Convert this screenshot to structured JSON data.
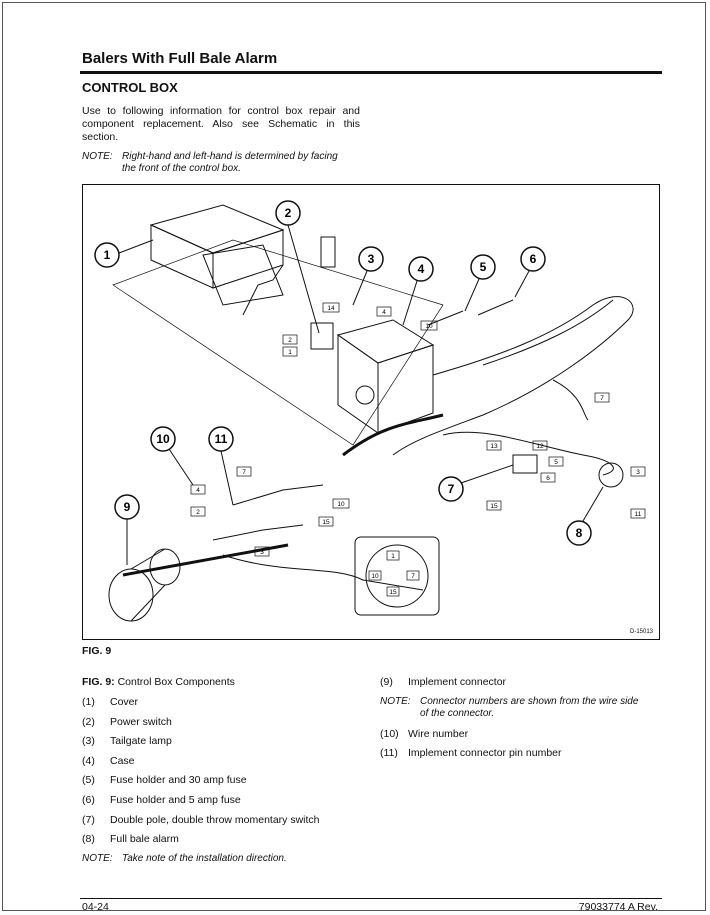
{
  "header": {
    "section_title": "Balers With Full Bale Alarm",
    "subtitle": "CONTROL BOX",
    "intro": "Use to following information for control box repair and component replacement. Also see Schematic in this section.",
    "note1_label": "NOTE:",
    "note1_text": "Right-hand and left-hand is determined by facing",
    "note1_text_cont": "the front of the control box."
  },
  "figure": {
    "code": "D-15013",
    "label": "FIG. 9",
    "callouts": [
      "1",
      "2",
      "3",
      "4",
      "5",
      "6",
      "7",
      "8",
      "9",
      "10",
      "11"
    ],
    "tags": [
      "1",
      "2",
      "3",
      "4",
      "5",
      "6",
      "7",
      "10",
      "11",
      "12",
      "13",
      "14",
      "15"
    ],
    "pin_numbers": [
      "1",
      "10",
      "7",
      "15"
    ]
  },
  "caption": {
    "label": "FIG. 9:",
    "text": "Control Box Components"
  },
  "components": [
    {
      "num": "(1)",
      "name": "Cover"
    },
    {
      "num": "(2)",
      "name": "Power switch"
    },
    {
      "num": "(3)",
      "name": "Tailgate lamp"
    },
    {
      "num": "(4)",
      "name": "Case"
    },
    {
      "num": "(5)",
      "name": "Fuse holder and 30 amp fuse"
    },
    {
      "num": "(6)",
      "name": "Fuse holder and 5 amp fuse"
    },
    {
      "num": "(7)",
      "name": "Double pole, double throw momentary switch"
    },
    {
      "num": "(8)",
      "name": "Full bale alarm"
    }
  ],
  "note2": {
    "label": "NOTE:",
    "text": "Take note of the installation direction."
  },
  "right_components": [
    {
      "num": "(9)",
      "name": "Implement connector"
    }
  ],
  "note3": {
    "label": "NOTE:",
    "text": "Connector numbers are shown from the wire side",
    "text_cont": "of the connector."
  },
  "right_components_2": [
    {
      "num": "(10)",
      "name": "Wire number"
    },
    {
      "num": "(11)",
      "name": "Implement connector pin number"
    }
  ],
  "footer": {
    "left": "04-24",
    "right": "79033774 A Rev."
  }
}
